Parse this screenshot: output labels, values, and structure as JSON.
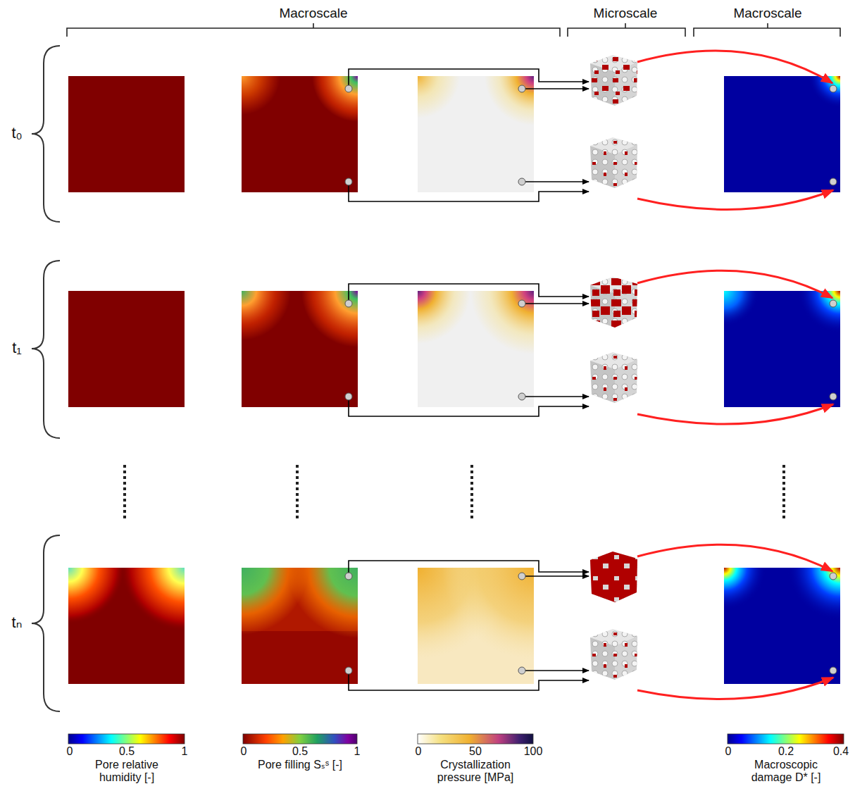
{
  "diagram": {
    "labels": [
      "Macroscale",
      "Microscale",
      "Macroscale",
      "t₀",
      "t₁",
      "tₙ",
      "0",
      "0.5",
      "1",
      "0",
      "0.5",
      "1",
      "0",
      "50",
      "100",
      "0",
      "0.2",
      "0.4"
    ],
    "legend": [
      {
        "text": "Pore relative humidity [-]"
      },
      {
        "text": "Pore filling Sₛˢ [-]"
      },
      {
        "text": "Crystallization pressure [MPa]"
      },
      {
        "text": "Macroscopic damage D* [-]"
      }
    ]
  }
}
